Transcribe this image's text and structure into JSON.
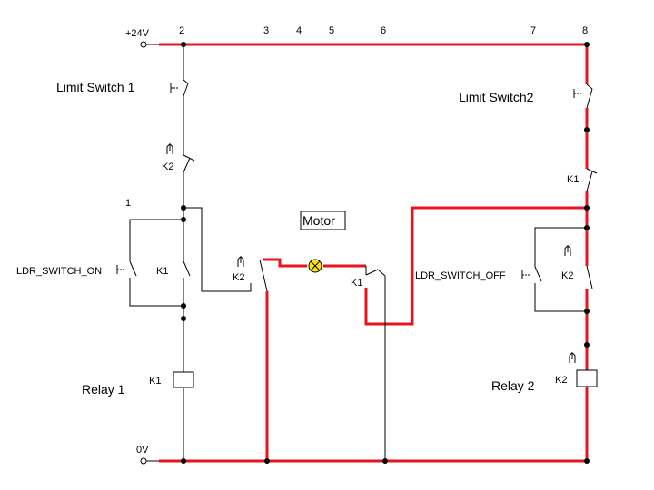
{
  "supply": {
    "positive": "+24V",
    "ground": "0V"
  },
  "node_numbers": [
    "2",
    "3",
    "4",
    "5",
    "6",
    "7",
    "8",
    "1"
  ],
  "left_branch": {
    "limit_switch": "Limit  Switch 1",
    "k2_contact": "K2",
    "ldr_switch": "LDR_SWITCH_ON",
    "k1_contact": "K1",
    "relay_coil": "K1",
    "relay_name": "Relay  1"
  },
  "center": {
    "motor_label": "Motor",
    "k2_contact": "K2",
    "k1_contact": "K1"
  },
  "right_branch": {
    "limit_switch": "Limit  Switch2",
    "k1_contact": "K1",
    "ldr_switch": "LDR_SWITCH_OFF",
    "k2_contact": "K2",
    "relay_coil": "K2",
    "relay_name": "Relay  2"
  },
  "colors": {
    "energized": "#e8141b",
    "wire": "#000000",
    "lamp": "#ffe600"
  }
}
